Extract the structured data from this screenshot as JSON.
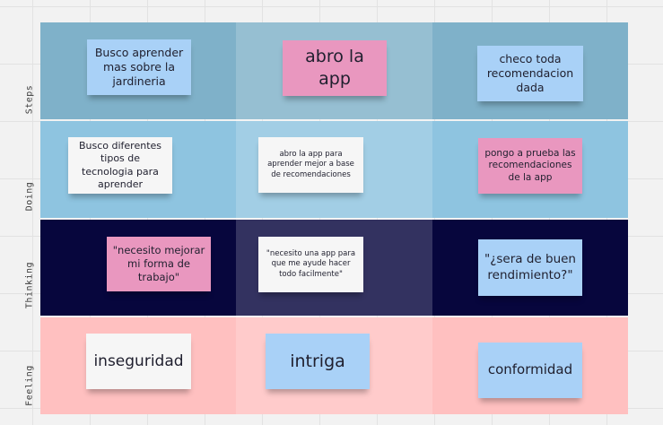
{
  "rows": {
    "steps": "Steps",
    "doing": "Doing",
    "thinking": "Thinking",
    "feeling": "Feeling"
  },
  "notes": {
    "steps_1": "Busco aprender mas sobre la jardineria",
    "steps_2": "abro la app",
    "steps_3": "checo toda recomendacion dada",
    "doing_1": "Busco diferentes tipos de tecnologia para aprender",
    "doing_2": "abro la app para aprender mejor a base de recomendaciones",
    "doing_3": "pongo a prueba las recomendaciones de la app",
    "thinking_1": "\"necesito mejorar mi forma de trabajo\"",
    "thinking_2": "\"necesito una app para que me ayude hacer todo facilmente\"",
    "thinking_3": "\"¿sera de buen rendimiento?\"",
    "feeling_1": "inseguridad",
    "feeling_2": "intriga",
    "feeling_3": "conformidad"
  },
  "colors": {
    "steps_row": "#7fb1c9",
    "doing_row": "#8ec4e0",
    "thinking_row": "#07063d",
    "feeling_row": "#ffc0c0",
    "note_blue": "#a9d1f7",
    "note_pink": "#e997bf",
    "note_white": "#f6f6f6"
  }
}
